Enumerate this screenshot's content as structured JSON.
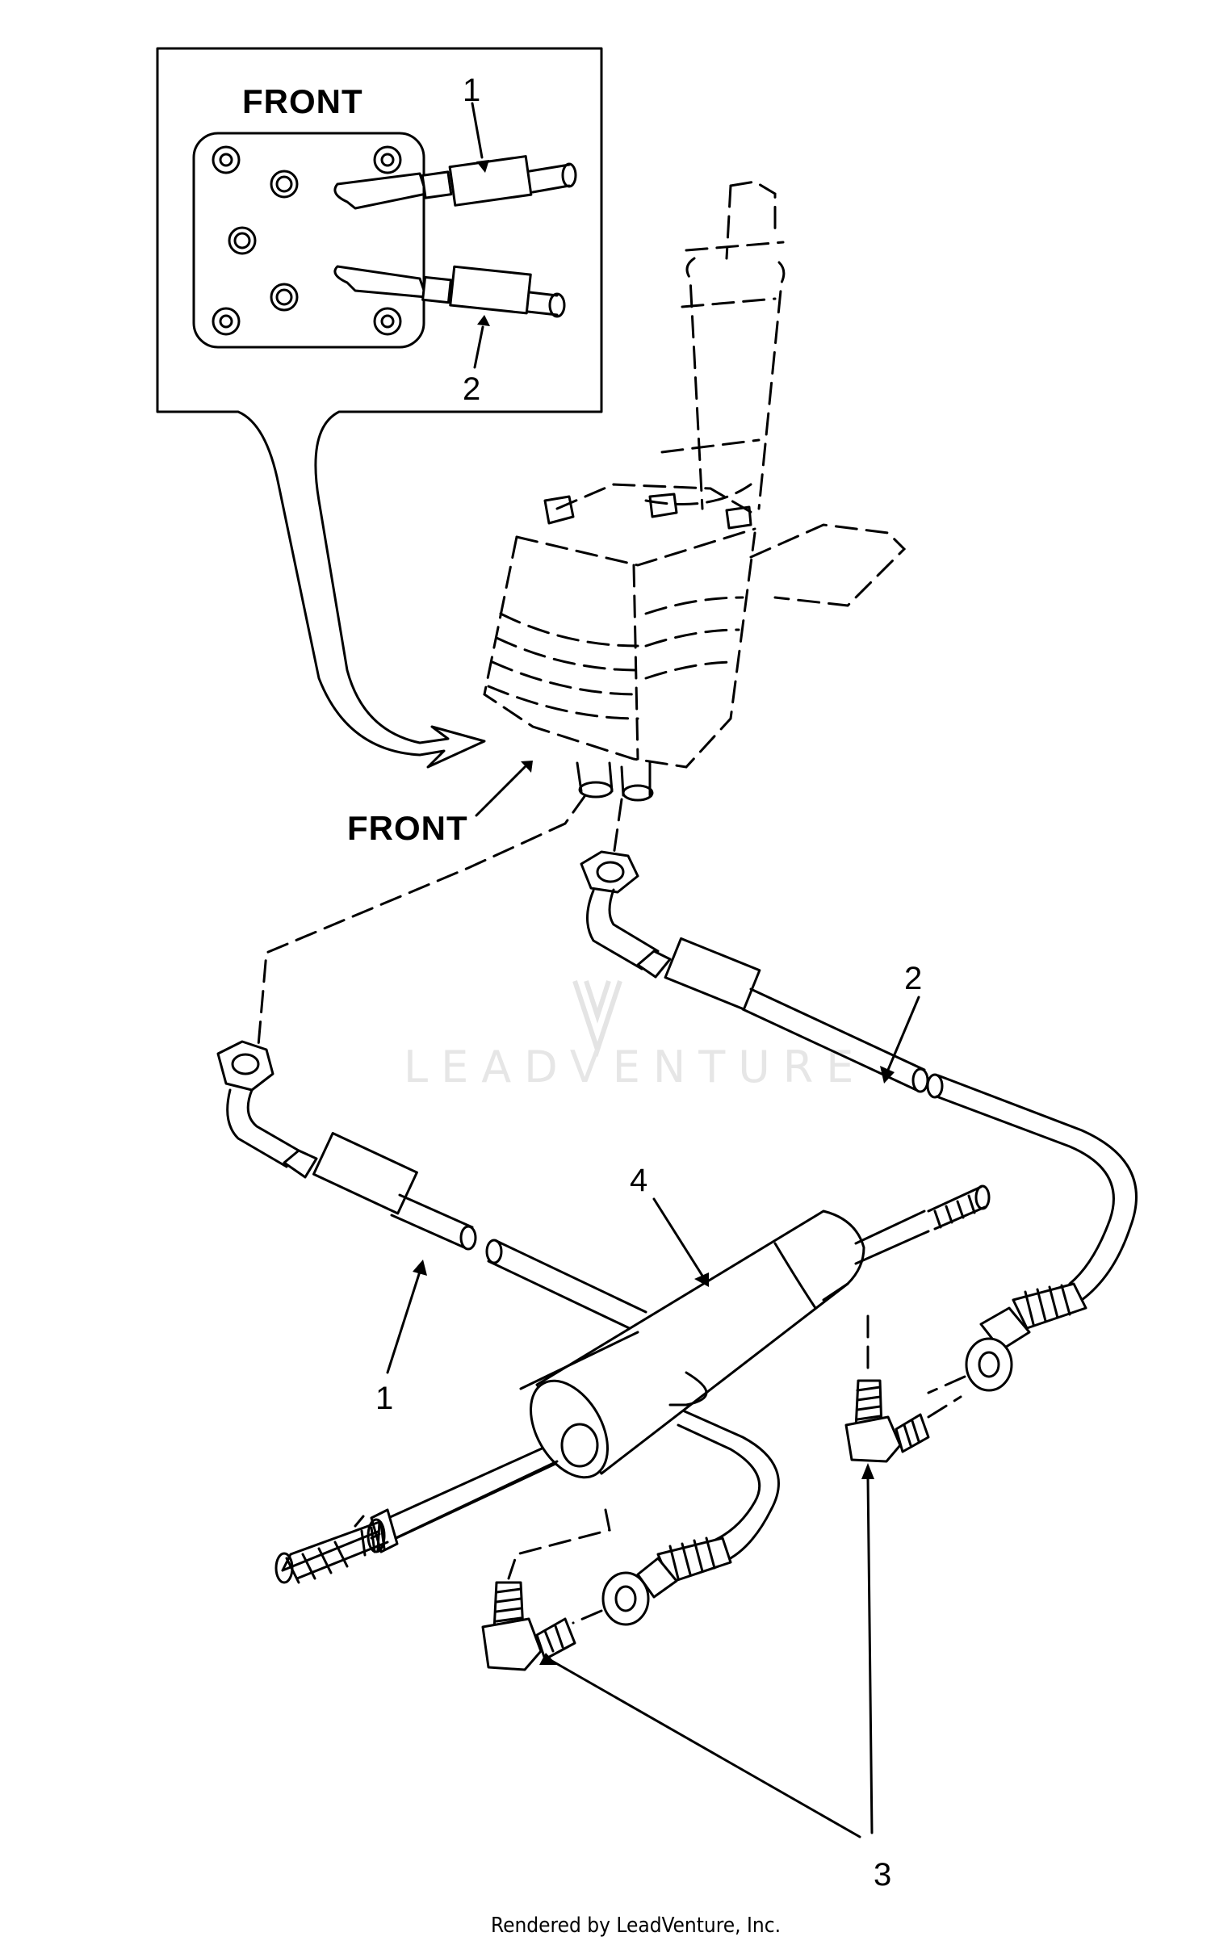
{
  "inset": {
    "title": "FRONT",
    "callouts": [
      "1",
      "2"
    ]
  },
  "valve": {
    "front_label": "FRONT"
  },
  "callouts": {
    "hose_1": "1",
    "hose_2": "2",
    "fittings_3": "3",
    "cylinder_4": "4"
  },
  "watermark": "LEADVENTURE",
  "footer": "Rendered by LeadVenture, Inc."
}
